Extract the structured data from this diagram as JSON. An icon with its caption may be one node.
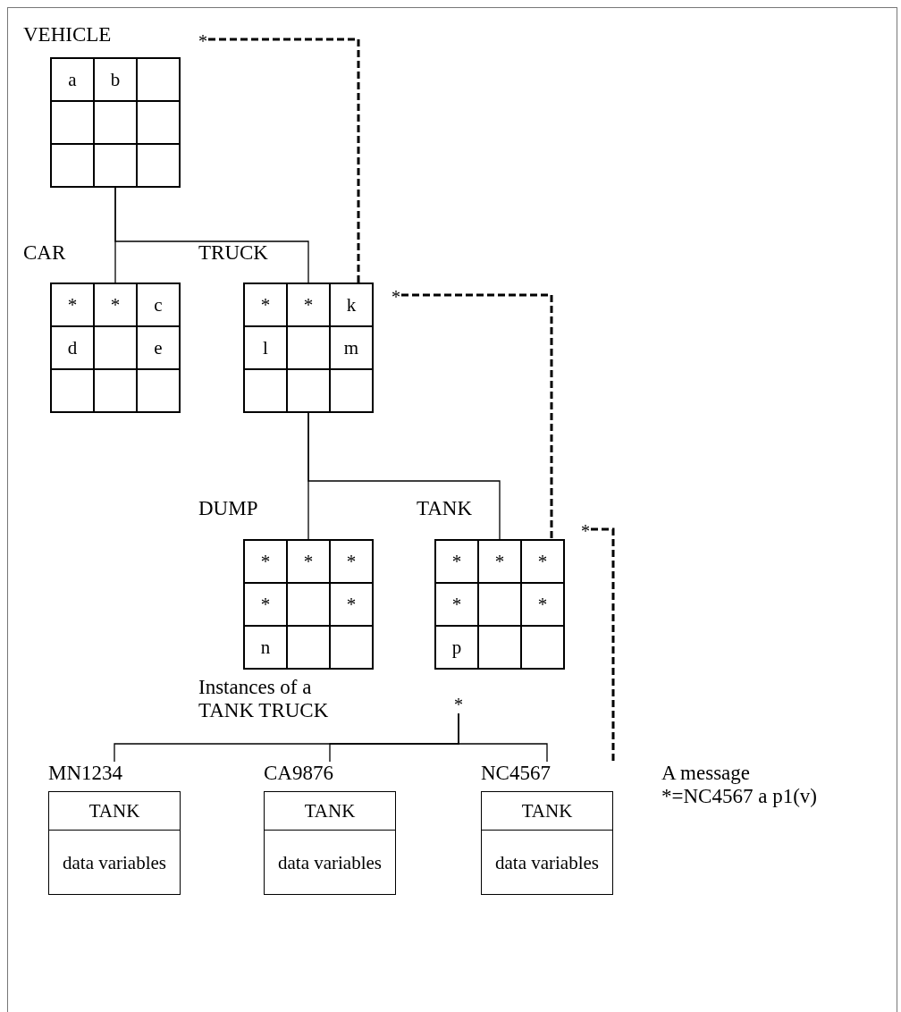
{
  "diagram": {
    "nodes": [
      {
        "text": [
          "VEHICLE",
          "a",
          "b"
        ]
      },
      {
        "text": [
          "*"
        ]
      },
      {
        "text": [
          "CAR",
          "*",
          "*",
          "c",
          "d",
          "e"
        ]
      },
      {
        "text": [
          "TRUCK",
          "*",
          "*",
          "k",
          "l",
          "m"
        ]
      },
      {
        "text": [
          "*"
        ]
      },
      {
        "text": [
          "DUMP",
          "*",
          "*",
          "*",
          "*",
          "*",
          "n"
        ]
      },
      {
        "text": [
          "TANK",
          "*",
          "*",
          "*",
          "*",
          "*",
          "p"
        ]
      },
      {
        "text": [
          "*"
        ]
      },
      {
        "text": [
          "*"
        ]
      },
      {
        "text": [
          "MN1234",
          "TANK",
          "data variables"
        ]
      },
      {
        "text": [
          "CA9876",
          "TANK",
          "data variables"
        ]
      },
      {
        "text": [
          "NC4567",
          "TANK",
          "data variables"
        ]
      }
    ],
    "edges": [
      {
        "from": 0,
        "to": 2,
        "arrow": "none"
      },
      {
        "from": 0,
        "to": 3,
        "arrow": "none"
      },
      {
        "from": 3,
        "to": 5,
        "arrow": "none"
      },
      {
        "from": 3,
        "to": 6,
        "arrow": "none"
      },
      {
        "from": 8,
        "to": 9,
        "arrow": "none"
      },
      {
        "from": 8,
        "to": 10,
        "arrow": "none"
      },
      {
        "from": 8,
        "to": 11,
        "arrow": "none"
      },
      {
        "from": 1,
        "to": 3,
        "arrow": "none",
        "style": "dashed"
      },
      {
        "from": 4,
        "to": 6,
        "arrow": "none",
        "style": "dashed"
      },
      {
        "from": 7,
        "to": 11,
        "arrow": "none",
        "style": "dashed"
      }
    ],
    "labels": [
      "Instances of a TANK TRUCK",
      "A message *=NC4567 a p1(v)"
    ]
  }
}
